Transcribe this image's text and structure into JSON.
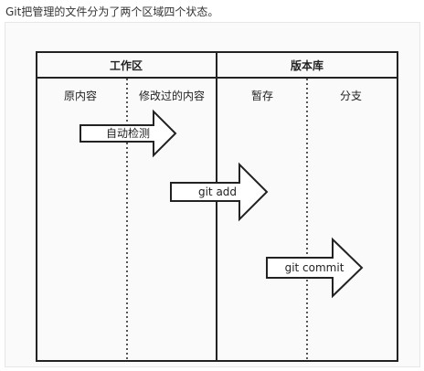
{
  "caption": "Git把管理的文件分为了两个区域四个状态。",
  "diagram": {
    "areas": [
      {
        "title": "工作区",
        "states": [
          "原内容",
          "修改过的内容"
        ]
      },
      {
        "title": "版本库",
        "states": [
          "暂存",
          "分支"
        ]
      }
    ],
    "arrows": [
      "自动检测",
      "git add",
      "git commit"
    ]
  },
  "colors": {
    "stroke": "#222222",
    "divider": "#555555",
    "arrow_fill": "#ffffff",
    "panel_bg": "#fafafa"
  }
}
